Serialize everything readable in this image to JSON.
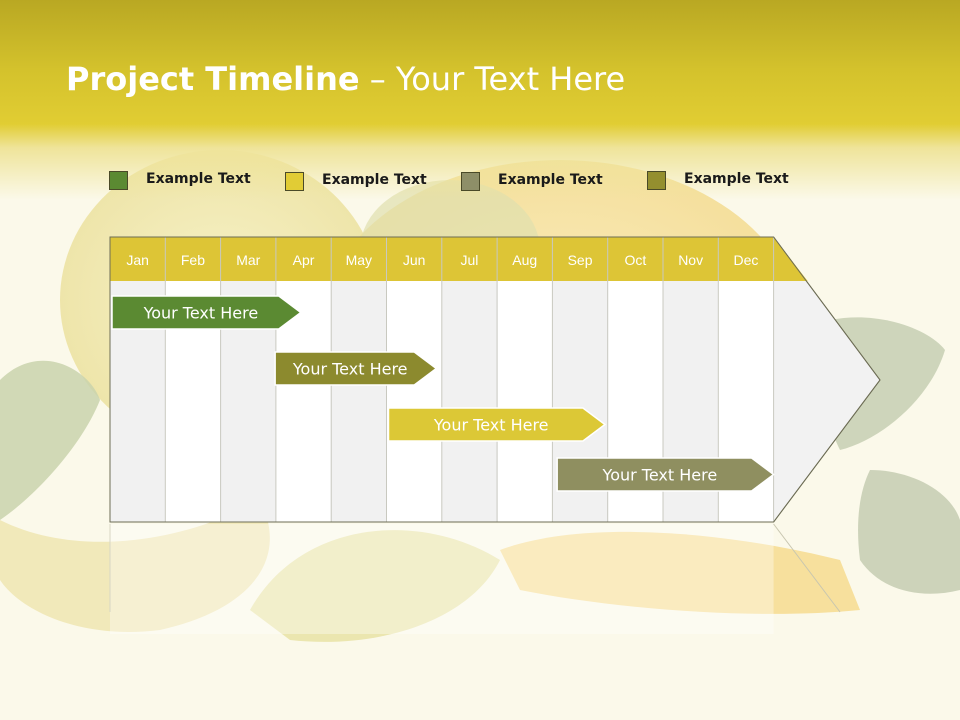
{
  "title": {
    "bold": "Project Timeline",
    "rest": " – Your Text Here"
  },
  "legend": [
    {
      "label": "Example Text",
      "color": "#5b8a32"
    },
    {
      "label": "Example Text",
      "color": "#e1cc35"
    },
    {
      "label": "Example Text",
      "color": "#8e8f68"
    },
    {
      "label": "Example Text",
      "color": "#948f2f"
    }
  ],
  "timeline": {
    "months": [
      "Jan",
      "Feb",
      "Mar",
      "Apr",
      "May",
      "Jun",
      "Jul",
      "Aug",
      "Sep",
      "Oct",
      "Nov",
      "Dec"
    ],
    "header_color": "#ddc536",
    "tasks": [
      {
        "label": "Your  Text Here",
        "start_month": 1,
        "end_month": 4.45,
        "color": "#5b8a32"
      },
      {
        "label": "Your  Text Here",
        "start_month": 3.95,
        "end_month": 6.9,
        "color": "#8c8a2e"
      },
      {
        "label": "Your  Text Here",
        "start_month": 6.0,
        "end_month": 9.95,
        "color": "#dcc836"
      },
      {
        "label": "Your  Text Here",
        "start_month": 9.05,
        "end_month": 13.0,
        "color": "#8f8f60"
      }
    ]
  }
}
